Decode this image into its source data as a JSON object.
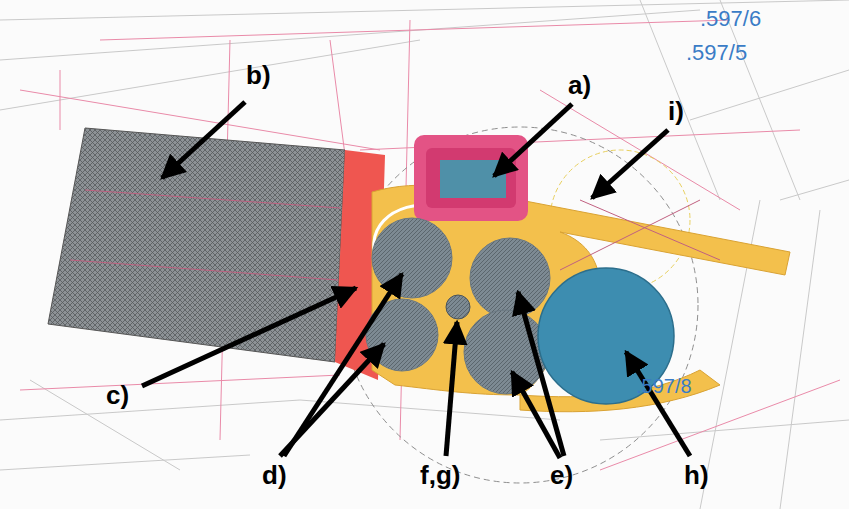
{
  "diagram": {
    "labels": [
      ".597/6",
      ".597/5",
      "a)",
      "b)",
      "i)",
      "c)",
      "d)",
      "f,g)",
      "e)",
      "h)",
      ".597/8"
    ]
  }
}
